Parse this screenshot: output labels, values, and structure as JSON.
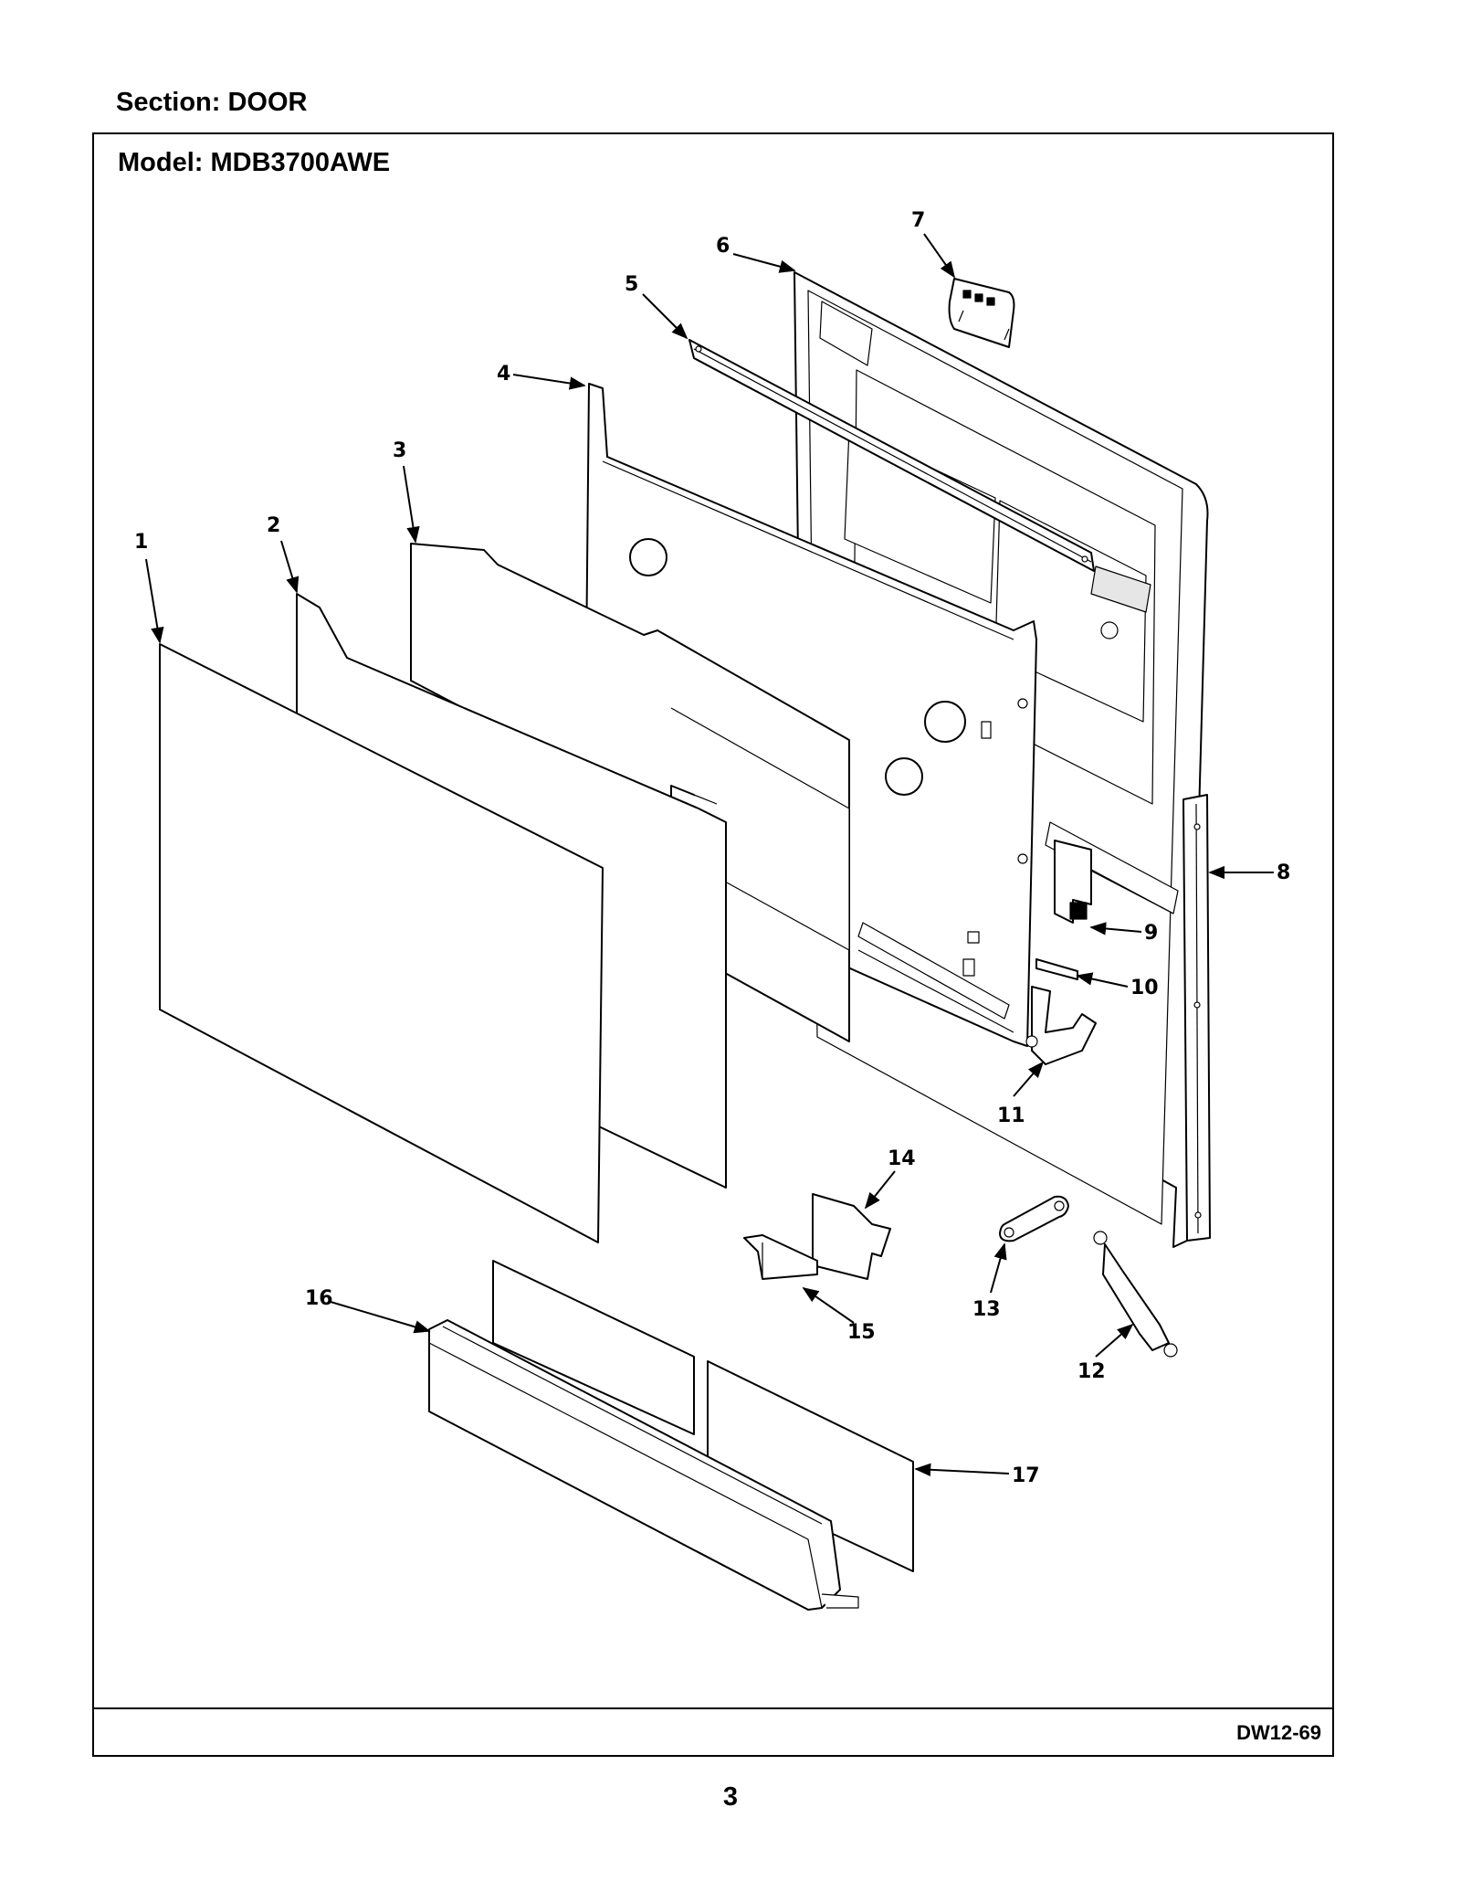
{
  "header": {
    "section_label": "Section:  DOOR",
    "model_label": "Model:  MDB3700AWE"
  },
  "footer": {
    "diagram_code": "DW12-69",
    "page_number": "3"
  },
  "diagram": {
    "callouts": [
      "1",
      "2",
      "3",
      "4",
      "5",
      "6",
      "7",
      "8",
      "9",
      "10",
      "11",
      "12",
      "13",
      "14",
      "15",
      "16",
      "17"
    ]
  }
}
